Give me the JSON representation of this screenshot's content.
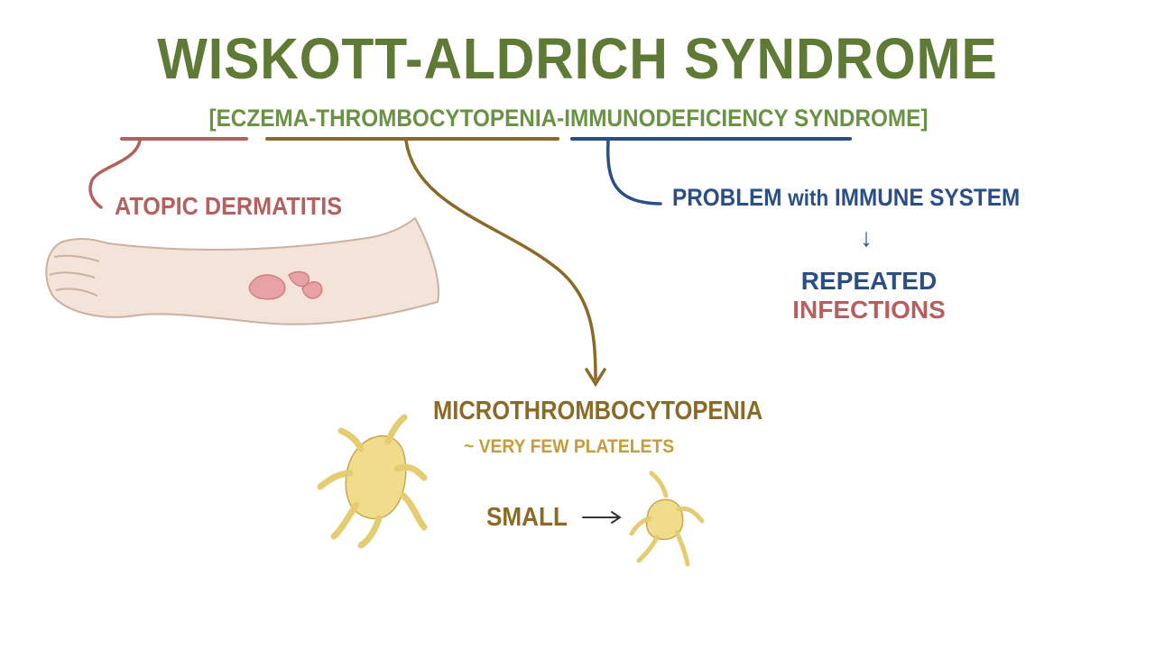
{
  "title": "WISKOTT-ALDRICH SYNDROME",
  "subtitle": "[ECZEMA-THROMBOCYTOPENIA-IMMUNODEFICIENCY SYNDROME]",
  "eczema_branch": {
    "label": "ATOPIC DERMATITIS"
  },
  "immunodeficiency_branch": {
    "label_start": "PROBLEM ",
    "label_with": "with",
    "label_end": " IMMUNE SYSTEM",
    "arrow": "↓",
    "result_line1": "REPEATED",
    "result_line2": "INFECTIONS"
  },
  "thrombocytopenia_branch": {
    "label": "MICROTHROMBOCYTOPENIA",
    "description": "~ VERY FEW PLATELETS",
    "size_label": "SMALL"
  },
  "colors": {
    "title": "#5e7a34",
    "eczema": "#b5605e",
    "thrombo": "#8b6a26",
    "immuno": "#2a4f86",
    "platelet": "#f0dc8a"
  }
}
